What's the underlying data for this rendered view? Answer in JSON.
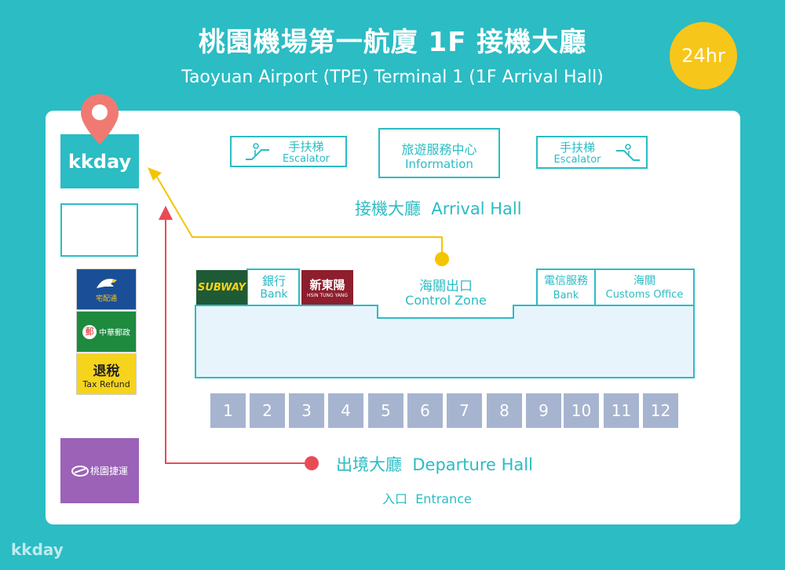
{
  "header": {
    "title_zh": "桃園機場第一航廈 1F 接機大廳",
    "title_en": "Taoyuan Airport (TPE) Terminal 1 (1F Arrival Hall)",
    "hours_badge": "24hr"
  },
  "brand": {
    "logo_text": "kkday",
    "watermark": "kkday"
  },
  "top_row": {
    "escalator_left": {
      "zh": "手扶梯",
      "en": "Escalator"
    },
    "information": {
      "zh": "旅遊服務中心",
      "en": "Information"
    },
    "escalator_right": {
      "zh": "手扶梯",
      "en": "Escalator"
    }
  },
  "arrival_hall": {
    "zh": "接機大廳",
    "en": "Arrival Hall"
  },
  "shops": {
    "subway": "SUBWAY",
    "bank_left": {
      "zh": "銀行",
      "en": "Bank"
    },
    "hsin_tung_yang": {
      "zh": "新東陽",
      "en": "HSIN TUNG YANG"
    },
    "telecom_bank": {
      "zh": "電信服務",
      "en": "Bank"
    },
    "customs": {
      "zh": "海關",
      "en": "Customs Office"
    }
  },
  "control_zone": {
    "zh": "海關出口",
    "en": "Control Zone"
  },
  "gates": [
    "1",
    "2",
    "3",
    "4",
    "5",
    "6",
    "7",
    "8",
    "9",
    "10",
    "11",
    "12"
  ],
  "left_services": {
    "delivery": "宅配通",
    "post": "中華郵政",
    "tax_refund": {
      "zh": "退稅",
      "en": "Tax Refund"
    },
    "metro": "桃園捷運"
  },
  "departure_hall": {
    "zh": "出境大廳",
    "en": "Departure Hall"
  },
  "entrance": {
    "zh": "入口",
    "en": "Entrance"
  },
  "colors": {
    "background": "#2bbcc4",
    "badge": "#f7c61b",
    "route_yellow": "#f5c400",
    "route_red": "#e94b55",
    "gate": "#a6b4cf",
    "hall_fill": "#e8f4fb",
    "pin": "#f07a72",
    "metro": "#9b62b8",
    "subway_green": "#1f5a37",
    "hsin_tung_yang_red": "#8e1e2d"
  }
}
